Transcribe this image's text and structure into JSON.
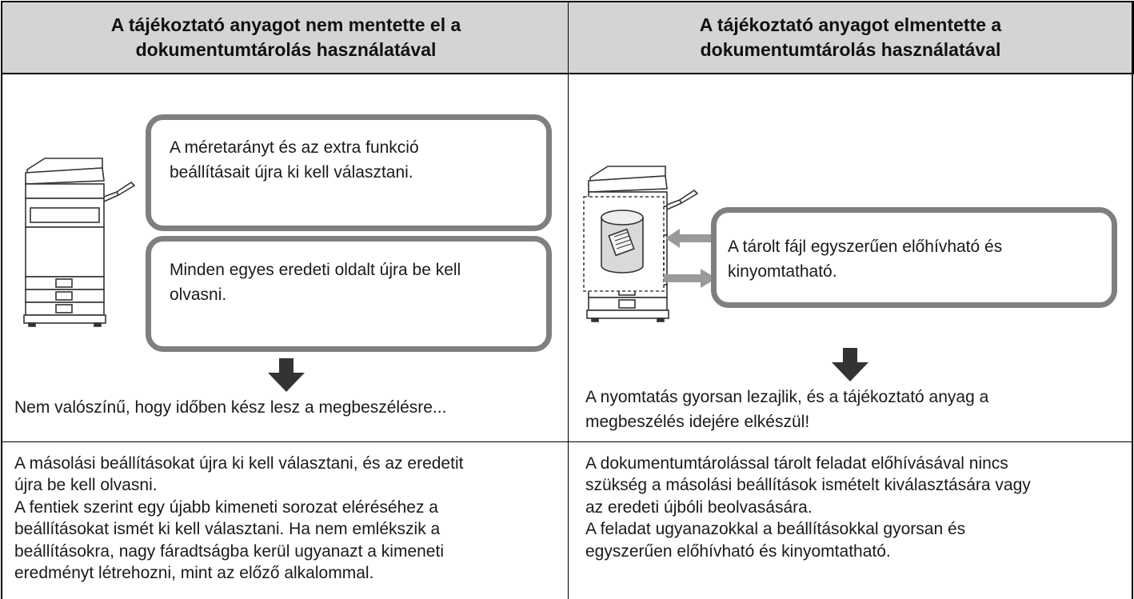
{
  "columns": {
    "left": {
      "header_line1": "A tájékoztató anyagot nem mentette el a",
      "header_line2": "dokumentumtárolás használatával",
      "bubble_top_line1": "A méretarányt és az extra funkció",
      "bubble_top_line2": "beállításait újra ki kell választani.",
      "bubble_bottom_line1": "Minden egyes eredeti oldalt újra be kell",
      "bubble_bottom_line2": "olvasni.",
      "result": "Nem valószínű, hogy időben kész lesz a megbeszélésre...",
      "explanation": [
        "A másolási beállításokat újra ki kell választani, és az eredetit",
        "újra be kell olvasni.",
        "A fentiek szerint egy újabb kimeneti sorozat eléréséhez a",
        "beállításokat ismét ki kell választani. Ha nem emlékszik a",
        "beállításokra, nagy fáradtságba kerül ugyanazt a kimeneti",
        "eredményt létrehozni, mint az előző alkalommal."
      ]
    },
    "right": {
      "header_line1": "A tájékoztató anyagot elmentette a",
      "header_line2": "dokumentumtárolás használatával",
      "bubble_line1": "A tárolt fájl egyszerűen előhívható és",
      "bubble_line2": "kinyomtatható.",
      "result_line1": "A nyomtatás gyorsan lezajlik, és a tájékoztató anyag a",
      "result_line2": "megbeszélés idejére elkészül!",
      "explanation": [
        "A dokumentumtárolással tárolt feladat előhívásával nincs",
        "szükség a másolási beállítások ismételt kiválasztására vagy",
        "az eredeti újbóli beolvasására.",
        "A feladat ugyanazokkal a beállításokkal gyorsan és",
        "egyszerűen előhívható és kinyomtatható."
      ]
    }
  },
  "icons": {
    "left_machine": "copier-icon",
    "right_machine": "copier-with-storage-icon",
    "arrow": "down-arrow-icon"
  },
  "colors": {
    "header_bg": "#d4d4d4",
    "bubble_border": "#7f7f7f",
    "arrow": "#333333"
  }
}
